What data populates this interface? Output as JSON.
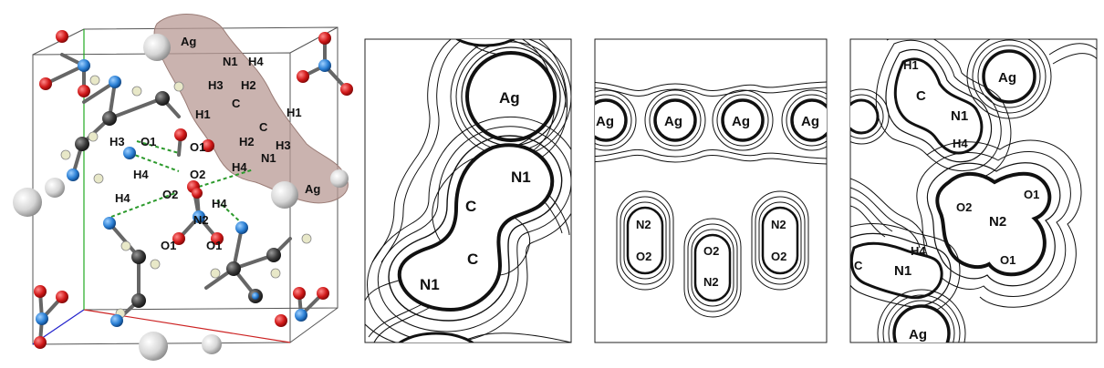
{
  "crystal_panel": {
    "atoms": [
      "Ag",
      "N1",
      "H4",
      "H3",
      "H2",
      "H1",
      "C",
      "C",
      "H1",
      "H2",
      "H3",
      "N1",
      "Ag",
      "H4",
      "H3",
      "O1",
      "O1",
      "H4",
      "O2",
      "O2",
      "H4",
      "H4",
      "N2",
      "O1",
      "O1"
    ]
  },
  "contour_panel_1": {
    "atoms": [
      "Ag",
      "N1",
      "C",
      "C",
      "N1"
    ]
  },
  "contour_panel_2": {
    "atoms": [
      "Ag",
      "Ag",
      "Ag",
      "Ag",
      "N2",
      "O2",
      "O2",
      "N2",
      "N2",
      "O2"
    ]
  },
  "contour_panel_3": {
    "atoms": [
      "H1",
      "C",
      "N1",
      "H4",
      "Ag",
      "O2",
      "N2",
      "O1",
      "O1",
      "H4",
      "C",
      "N1",
      "Ag"
    ]
  },
  "colors": {
    "oxygen": "#d01818",
    "nitrogen": "#2a7fd4",
    "carbon": "#3a3a3a",
    "hydrogen": "#e8e8c8",
    "silver": "#d8d8d8",
    "surface": "#b89a94",
    "hbond": "#2c9a2c"
  }
}
